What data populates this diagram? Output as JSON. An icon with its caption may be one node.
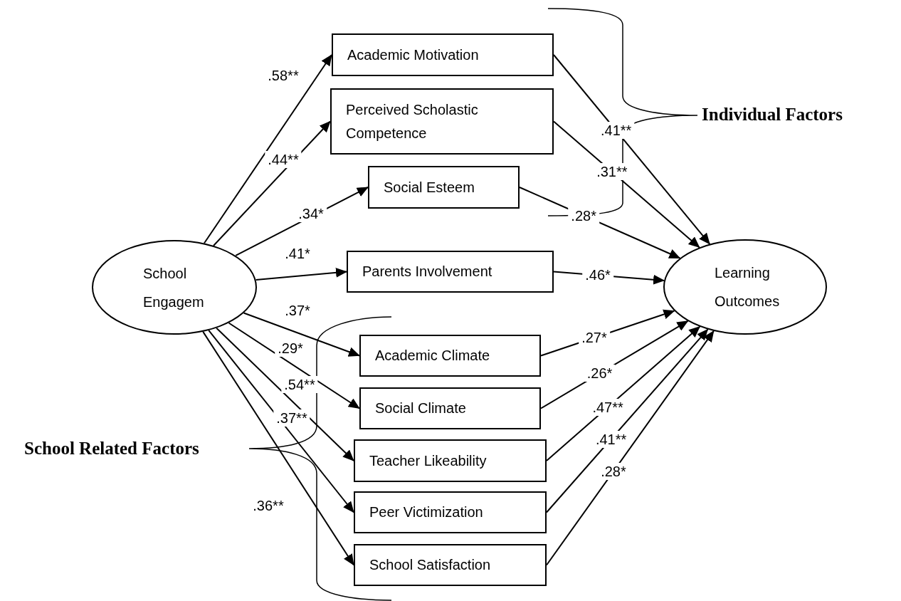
{
  "diagram": {
    "nodes": [
      {
        "text": [
          "School Engagem"
        ]
      },
      {
        "text": [
          "Academic Motivation"
        ]
      },
      {
        "text": [
          "Perceived Scholastic Competence"
        ]
      },
      {
        "text": [
          "Social Esteem"
        ]
      },
      {
        "text": [
          "Parents Involvement"
        ]
      },
      {
        "text": [
          "Academic Climate"
        ]
      },
      {
        "text": [
          "Social Climate"
        ]
      },
      {
        "text": [
          "Teacher Likeability"
        ]
      },
      {
        "text": [
          "Peer Victimization"
        ]
      },
      {
        "text": [
          "School Satisfaction"
        ]
      },
      {
        "text": [
          "Learning Outcomes"
        ]
      }
    ],
    "edges": [
      {
        "from": 0,
        "to": 1,
        "arrow": "to",
        "label": ".58**"
      },
      {
        "from": 0,
        "to": 2,
        "arrow": "to",
        "label": ".44**"
      },
      {
        "from": 0,
        "to": 3,
        "arrow": "to",
        "label": ".34*"
      },
      {
        "from": 0,
        "to": 4,
        "arrow": "to",
        "label": ".41*"
      },
      {
        "from": 0,
        "to": 5,
        "arrow": "to",
        "label": ".37*"
      },
      {
        "from": 0,
        "to": 6,
        "arrow": "to",
        "label": ".29*"
      },
      {
        "from": 0,
        "to": 7,
        "arrow": "to",
        "label": ".54**"
      },
      {
        "from": 0,
        "to": 8,
        "arrow": "to",
        "label": ".37**"
      },
      {
        "from": 0,
        "to": 9,
        "arrow": "to",
        "label": ".36**"
      },
      {
        "from": 1,
        "to": 10,
        "arrow": "to",
        "label": ".41**"
      },
      {
        "from": 2,
        "to": 10,
        "arrow": "to",
        "label": ".31**"
      },
      {
        "from": 3,
        "to": 10,
        "arrow": "to",
        "label": ".28*"
      },
      {
        "from": 4,
        "to": 10,
        "arrow": "to",
        "label": ".46*"
      },
      {
        "from": 5,
        "to": 10,
        "arrow": "to",
        "label": ".27*"
      },
      {
        "from": 6,
        "to": 10,
        "arrow": "to",
        "label": ".26*"
      },
      {
        "from": 7,
        "to": 10,
        "arrow": "to",
        "label": ".47**"
      },
      {
        "from": 8,
        "to": 10,
        "arrow": "to",
        "label": ".41**"
      },
      {
        "from": 9,
        "to": 10,
        "arrow": "to",
        "label": ".28*"
      }
    ],
    "labels": [
      "Individual Factors",
      "School Related Factors"
    ]
  }
}
